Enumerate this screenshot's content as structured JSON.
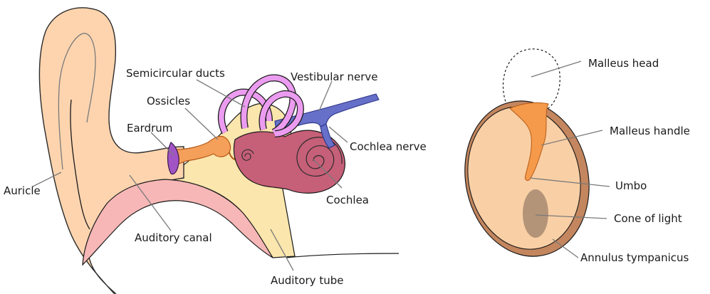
{
  "colors": {
    "skin": "#fdd4ae",
    "auricle_edge": "#2b2b2b",
    "canal": "#f7b7b7",
    "bone": "#fbe6ad",
    "ossicles": "#f5a05a",
    "eardrum": "#a254c4",
    "semicircular": "#ec9cf0",
    "nerve": "#6670c8",
    "cochlea": "#c65f78",
    "drum_face": "#f9cfa5",
    "annulus": "#c4865e",
    "malleus": "#f59a4a",
    "cone": "#a88a70"
  },
  "ear_labels": {
    "semicircular": "Semicircular ducts",
    "vestibular": "Vestibular nerve",
    "ossicles": "Ossicles",
    "eardrum": "Eardrum",
    "cochlea_nerve": "Cochlea nerve",
    "auricle": "Auricle",
    "cochlea": "Cochlea",
    "canal": "Auditory canal",
    "tube": "Auditory tube"
  },
  "drum_labels": {
    "malleus_head": "Malleus head",
    "malleus_handle": "Malleus handle",
    "umbo": "Umbo",
    "cone": "Cone of light",
    "annulus": "Annulus tympanicus"
  }
}
